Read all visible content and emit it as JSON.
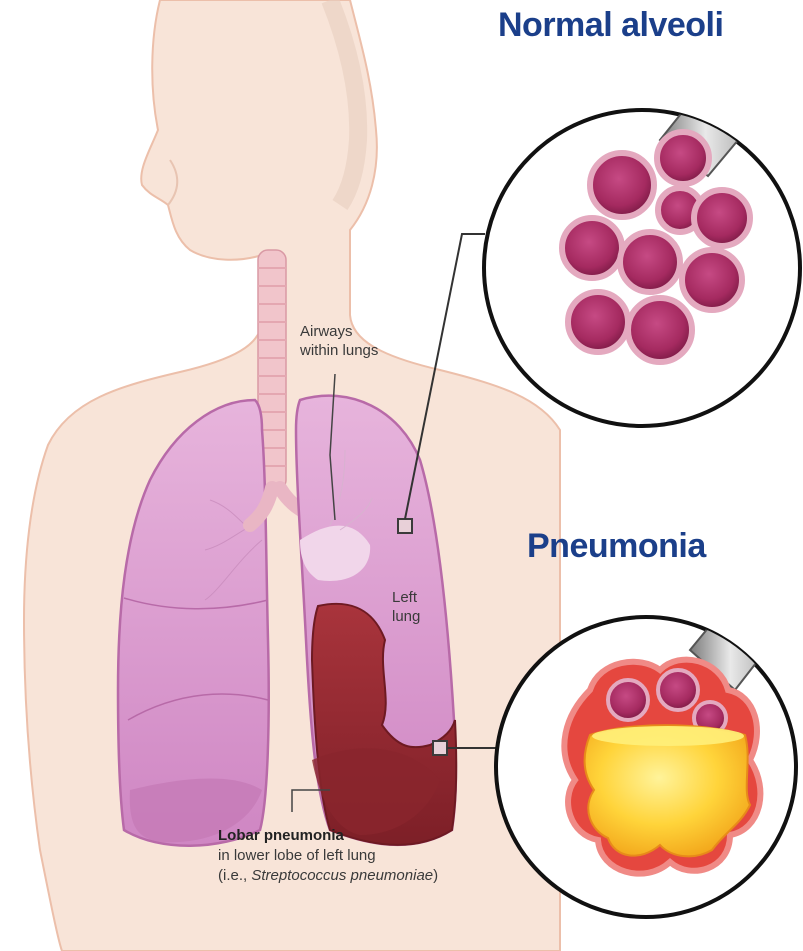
{
  "headings": {
    "normal": "Normal alveoli",
    "pneumonia": "Pneumonia"
  },
  "labels": {
    "airways_line1": "Airways",
    "airways_line2": "within lungs",
    "left_lung_line1": "Left",
    "left_lung_line2": "lung",
    "lobar_title": "Lobar pneumonia",
    "lobar_line2": "in lower lobe of left lung",
    "lobar_line3_prefix": "(i.e., ",
    "lobar_line3_organism": "Streptococcus pneumoniae",
    "lobar_line3_suffix": ")"
  },
  "colors": {
    "heading": "#1b3f8a",
    "label": "#3a3a3a",
    "lung": "#d99ad0",
    "infected_lobe": "#9b2c34",
    "alveoli": "#b3346a",
    "exudate": "#f4b81e"
  },
  "icons": [
    "airway-tube-icon",
    "alveoli-cluster-icon",
    "pus-exudate-icon"
  ]
}
